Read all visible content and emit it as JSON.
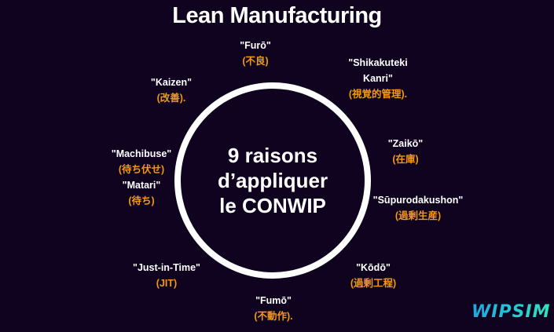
{
  "title": "Lean Manufacturing",
  "center": {
    "line1": "9 raisons",
    "line2": "d’appliquer",
    "line3": "le CONWIP"
  },
  "items": [
    {
      "romaji": [
        "\"Furō\""
      ],
      "kanji": [
        "(不良)"
      ]
    },
    {
      "romaji": [
        "\"Shikakuteki",
        "Kanri\""
      ],
      "kanji": [
        "(視覚的管理)."
      ]
    },
    {
      "romaji": [
        "\"Kaizen\""
      ],
      "kanji": [
        "(改善)."
      ]
    },
    {
      "romaji": [
        "\"Zaikō\""
      ],
      "kanji": [
        "(在庫)"
      ]
    },
    {
      "romaji": [
        "\"Machibuse\""
      ],
      "kanji": [
        "(待ち伏せ)"
      ],
      "romaji2": "\"Matari\"",
      "kanji2": "(待ち)"
    },
    {
      "romaji": [
        "\"Sūpurodakushon\""
      ],
      "kanji": [
        "(過剰生産)"
      ]
    },
    {
      "romaji": [
        "\"Just-in-Time\""
      ],
      "kanji": [
        "(JIT)"
      ]
    },
    {
      "romaji": [
        "\"Kōdō\""
      ],
      "kanji": [
        "(過剰工程)"
      ]
    },
    {
      "romaji": [
        "\"Fumō\""
      ],
      "kanji": [
        "(不動作)."
      ]
    }
  ],
  "logo": "WIPSIM",
  "colors": {
    "background": "#0f0320",
    "accent": "#f29a14",
    "text": "#ffffff"
  }
}
